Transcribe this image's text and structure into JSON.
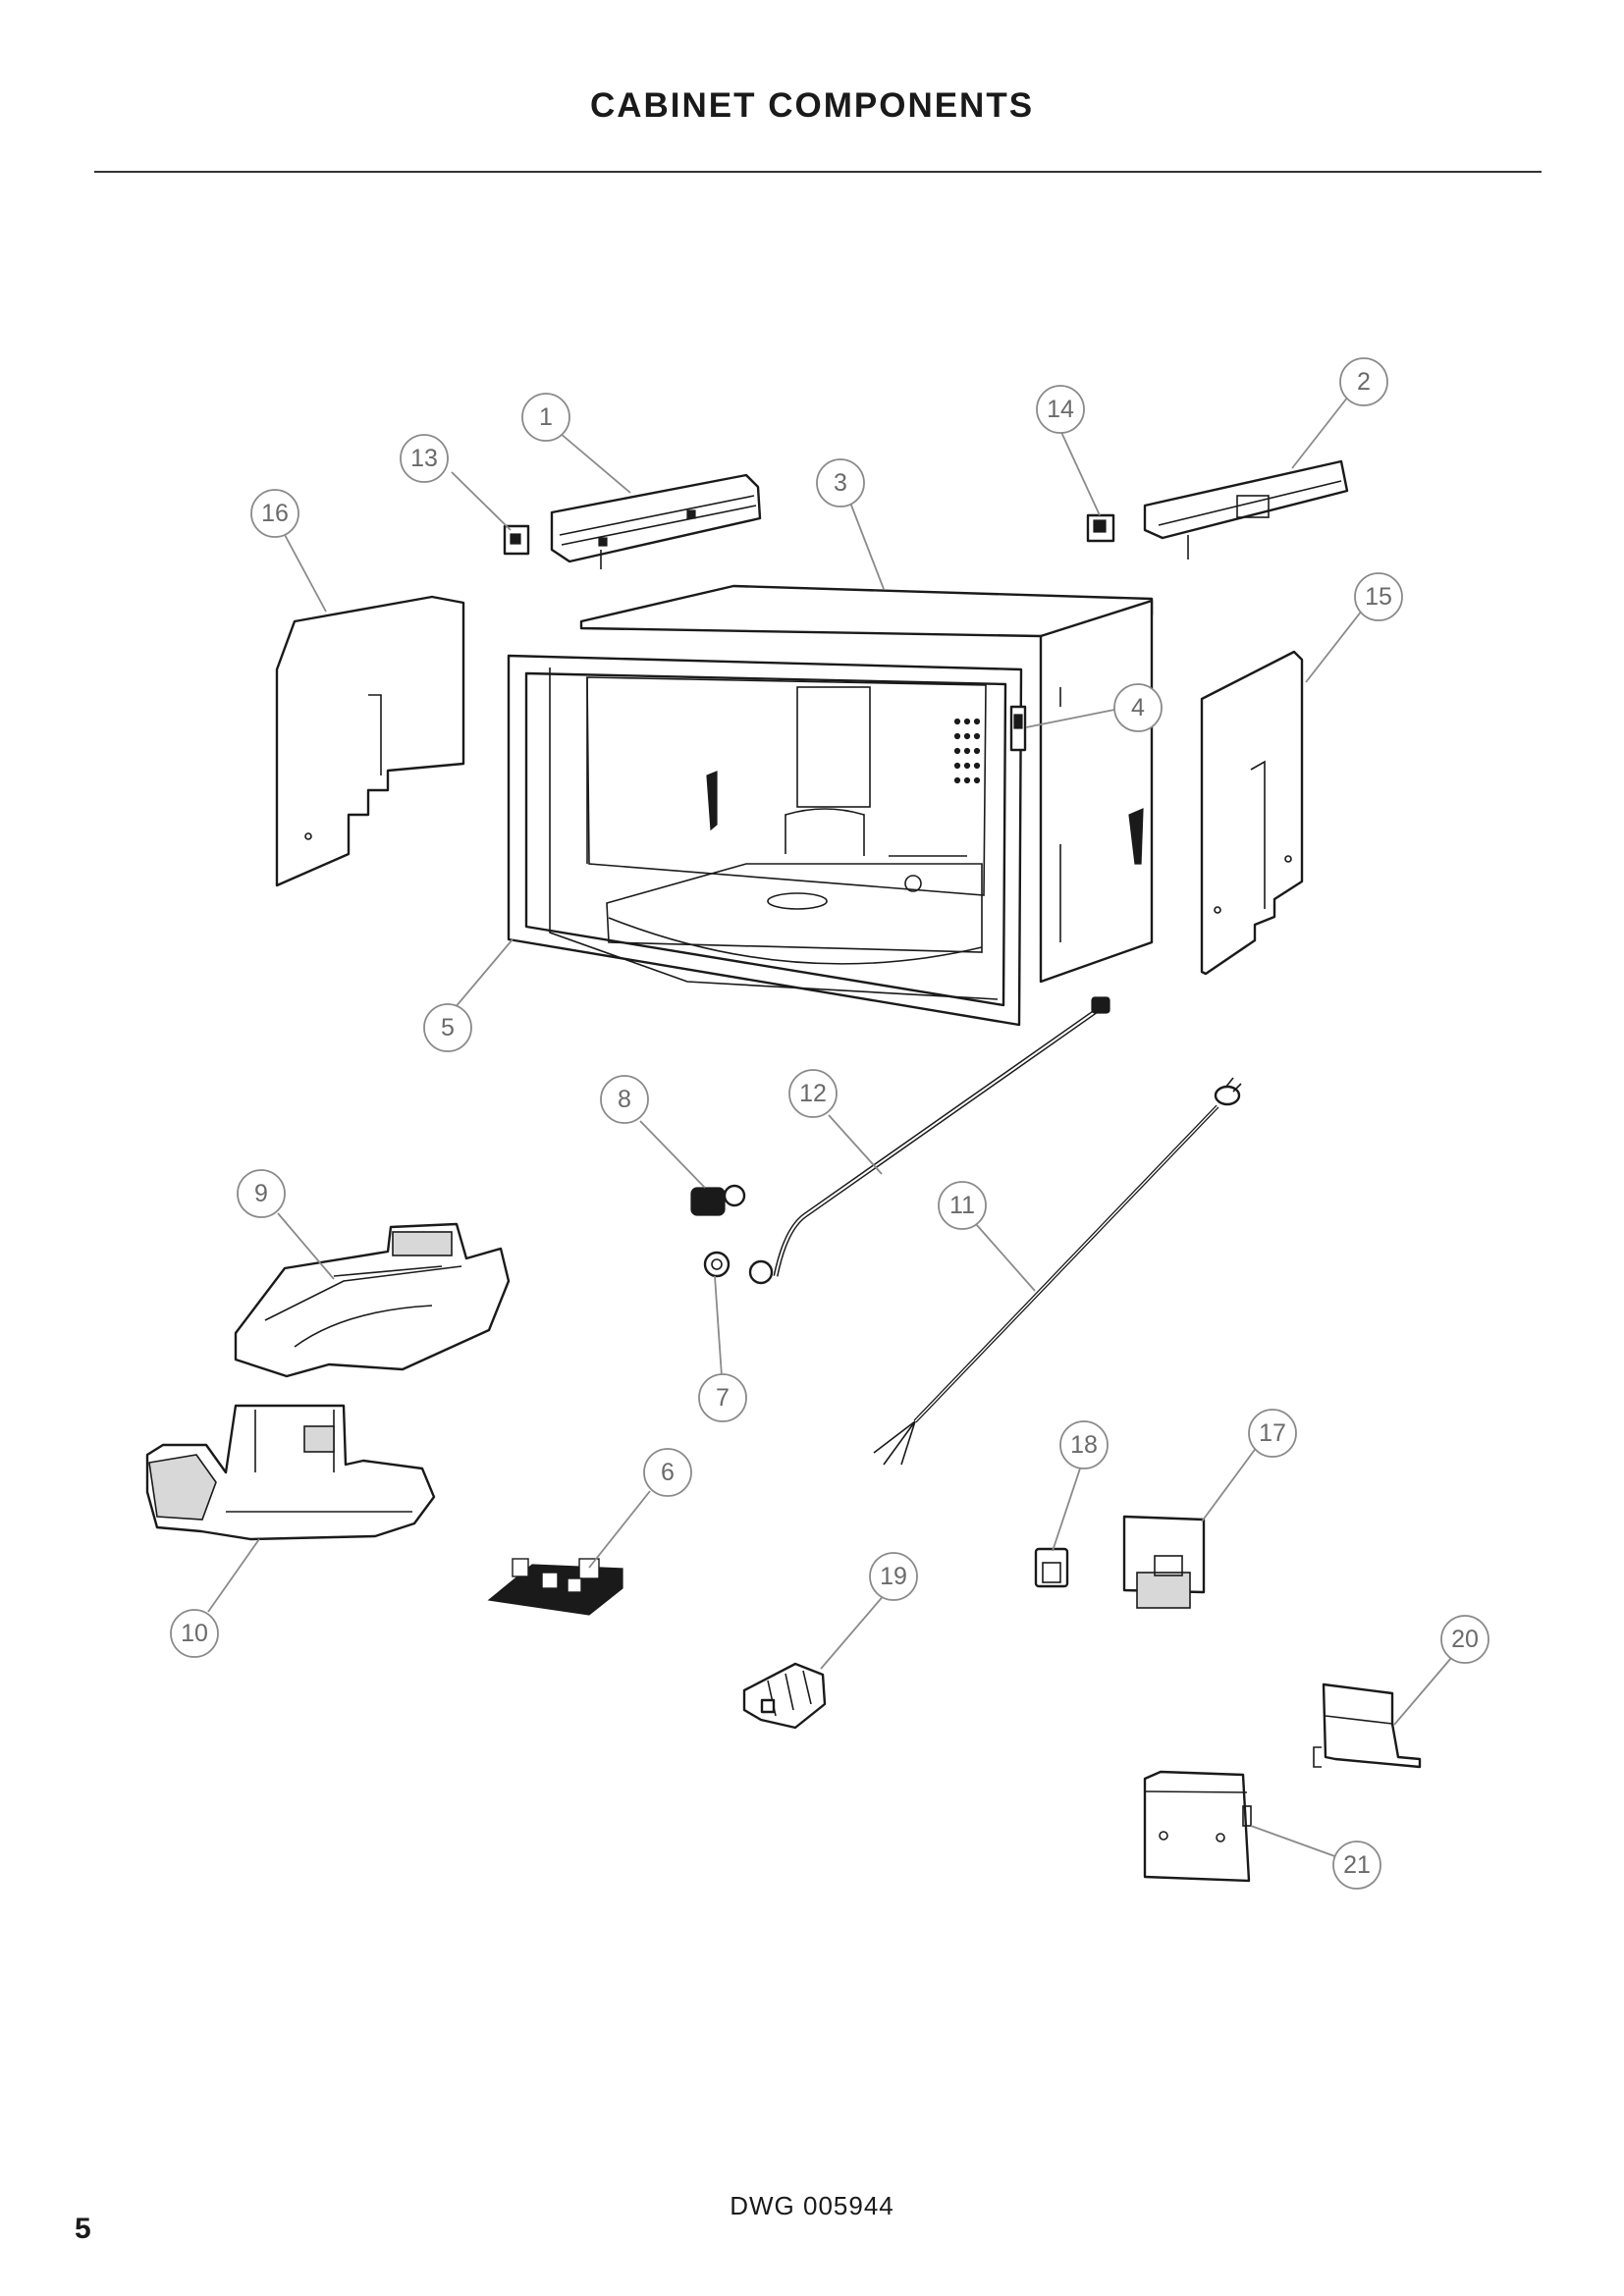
{
  "header": {
    "title": "CABINET COMPONENTS"
  },
  "footer": {
    "drawing_number": "DWG 005944",
    "page_number": "5"
  },
  "callouts": [
    "1",
    "2",
    "3",
    "4",
    "5",
    "6",
    "7",
    "8",
    "9",
    "10",
    "11",
    "12",
    "13",
    "14",
    "15",
    "16",
    "17",
    "18",
    "19",
    "20",
    "21"
  ],
  "colors": {
    "ink": "#1a1a1a",
    "callout_stroke": "#8a8a8a",
    "callout_text": "#6a6a6a"
  }
}
